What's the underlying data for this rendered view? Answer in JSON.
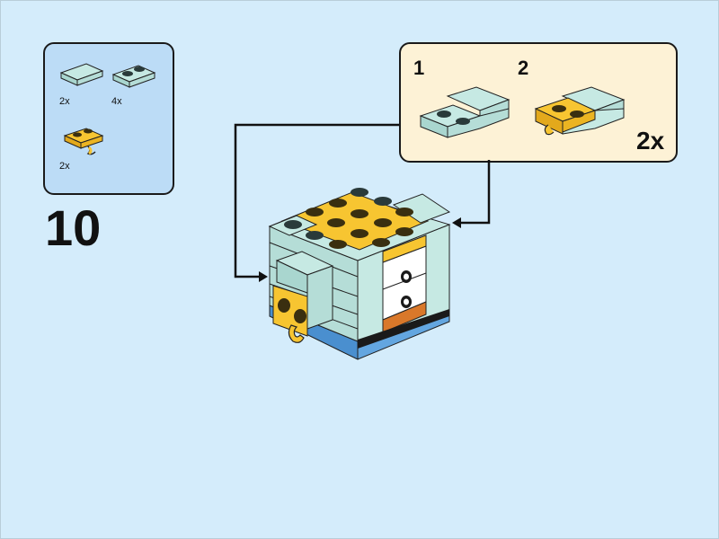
{
  "step": {
    "number": "10"
  },
  "parts": [
    {
      "qty": "2x",
      "name": "light-aqua-tile-1x2"
    },
    {
      "qty": "4x",
      "name": "light-aqua-plate-1x2"
    },
    {
      "qty": "2x",
      "name": "yellow-plate-with-clip"
    }
  ],
  "substeps": [
    {
      "number": "1"
    },
    {
      "number": "2"
    }
  ],
  "multiplier": "2x",
  "colors": {
    "background": "#d4ecfb",
    "parts_panel": "#bcdcf6",
    "substeps_panel": "#fdf2d6",
    "light_aqua": "#c6e9e3",
    "yellow": "#f7c531",
    "blue": "#63a6e0",
    "orange": "#d9782a"
  }
}
